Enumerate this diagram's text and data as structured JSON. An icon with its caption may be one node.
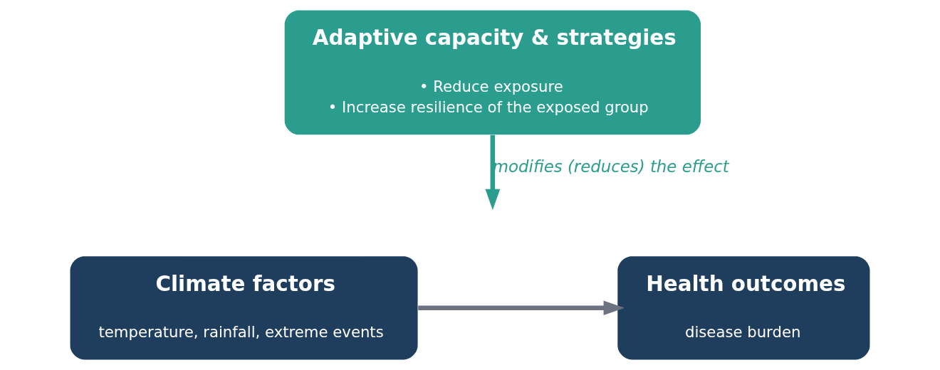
{
  "diagram": {
    "nodes": [
      {
        "text": [
          "Adaptive capacity & strategies",
          "• Reduce exposure",
          "• Increase resilience of the exposed group"
        ]
      },
      {
        "text": [
          "Climate factors",
          "temperature, rainfall, extreme events"
        ]
      },
      {
        "text": [
          "Health outcomes",
          "disease burden"
        ]
      }
    ],
    "edges": [
      {
        "from": 0,
        "to": null,
        "arrow": "to",
        "label": "modifies (reduces) the effect",
        "color": "#2a9d8f"
      },
      {
        "from": 1,
        "to": 2,
        "arrow": "to",
        "color": "#6c7280"
      }
    ]
  }
}
